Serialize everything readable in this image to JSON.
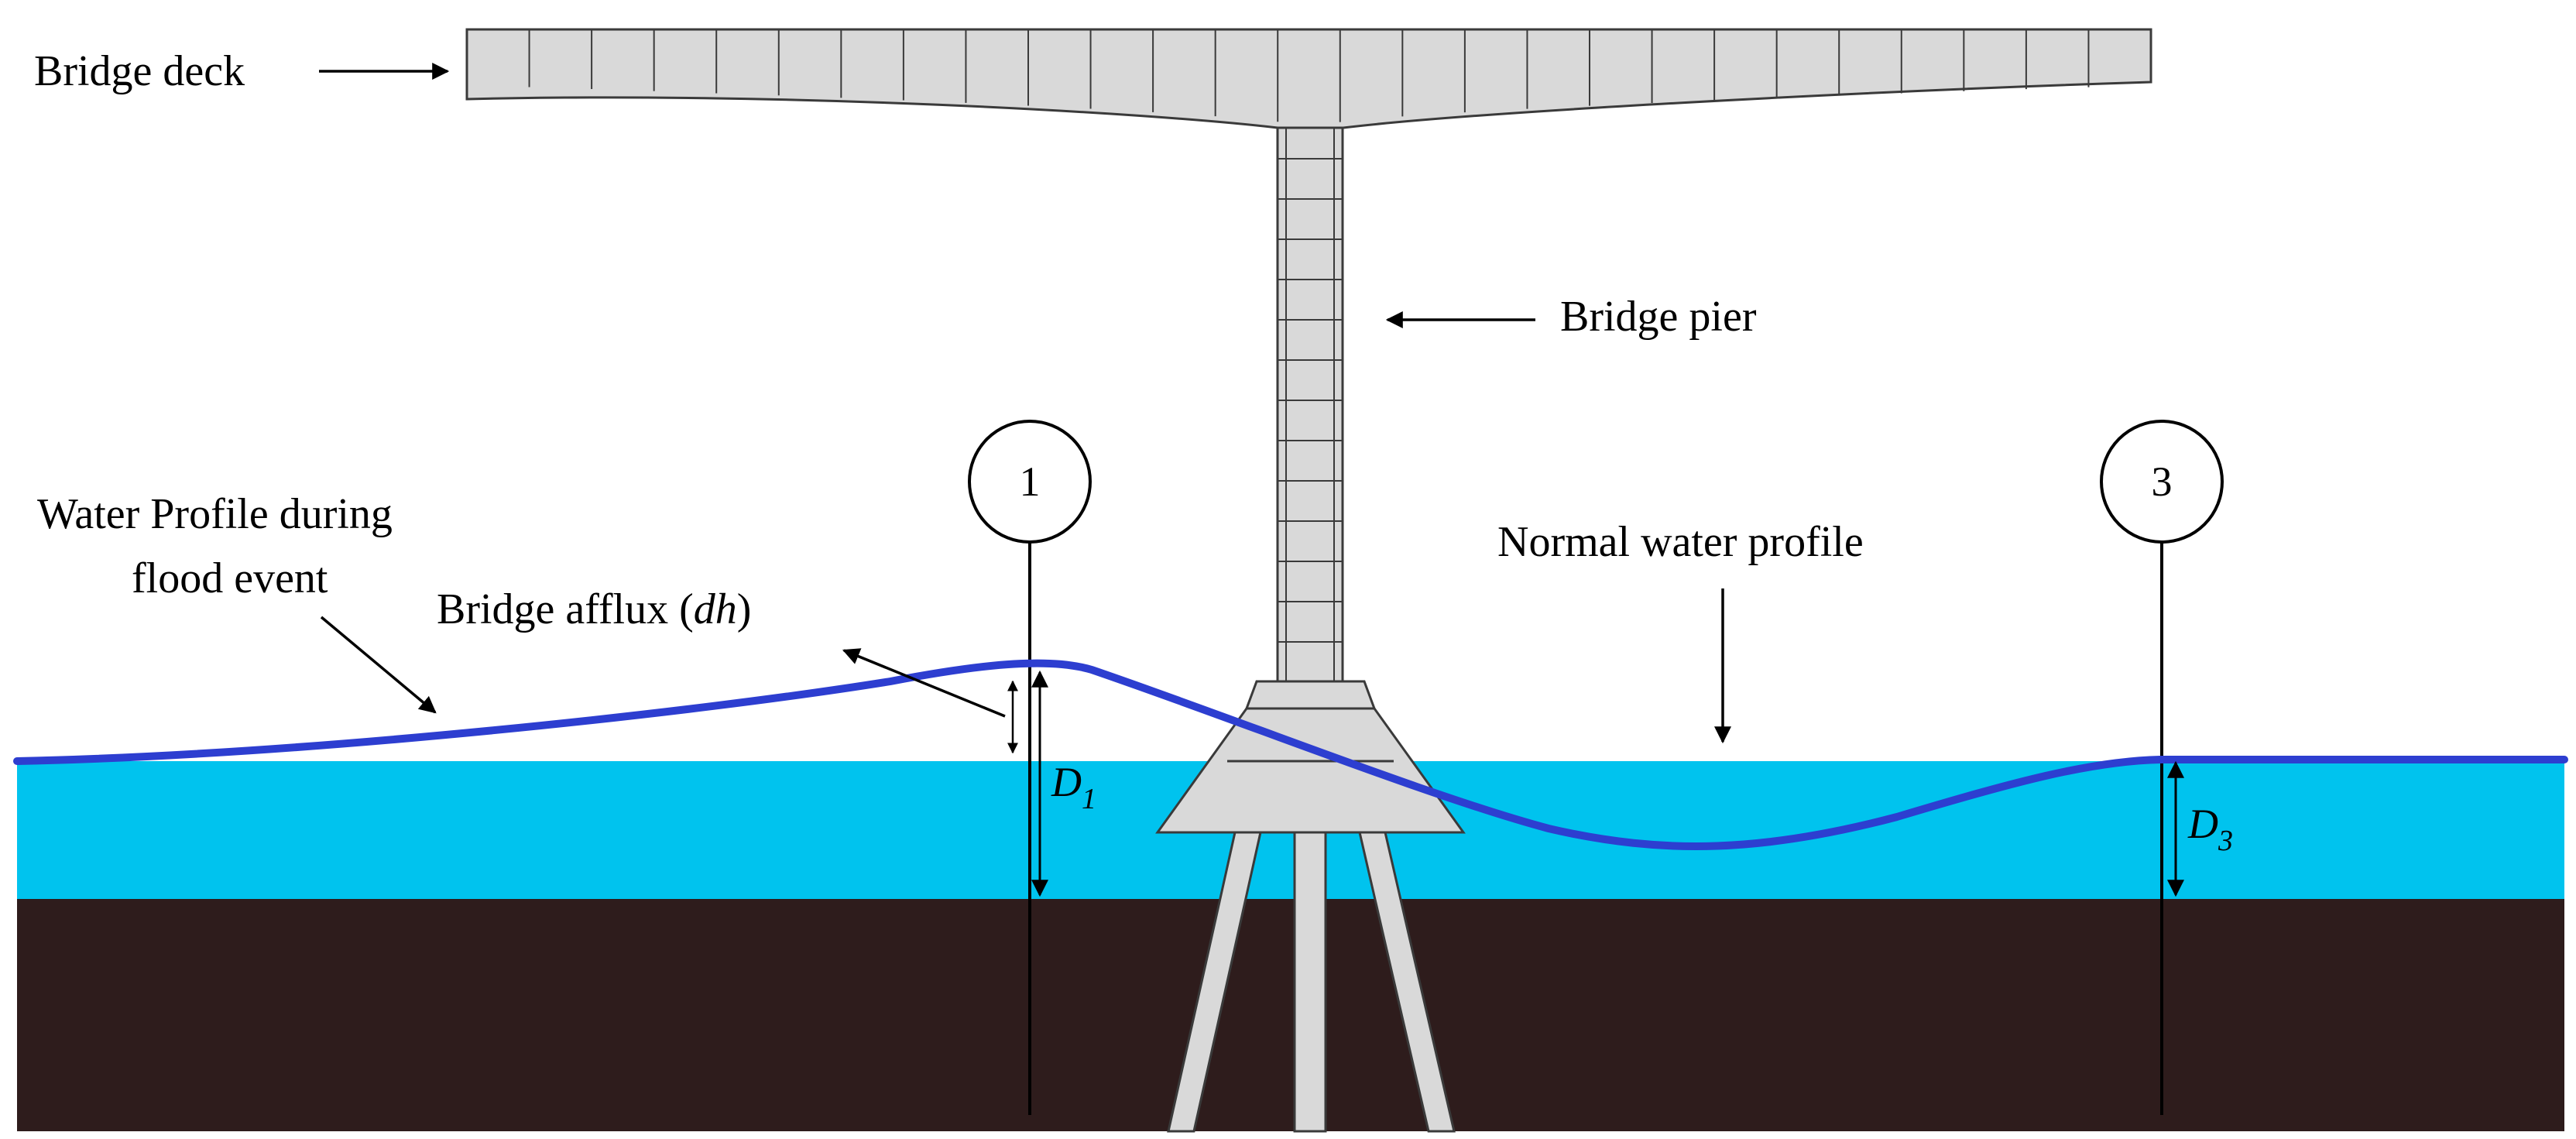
{
  "labels": {
    "bridge_deck": "Bridge deck",
    "bridge_pier": "Bridge pier",
    "water_profile_line1": "Water Profile during",
    "water_profile_line2": "flood event",
    "afflux_prefix": "Bridge afflux (",
    "afflux_symbol": "dh",
    "afflux_suffix": ")",
    "normal_water_profile": "Normal water profile",
    "section_1": "1",
    "section_3": "3",
    "d1_base": "D",
    "d1_sub": "1",
    "d3_base": "D",
    "d3_sub": "3"
  },
  "colors": {
    "water": "#00c3ee",
    "ground": "#2e1c1c",
    "structure": "#d9d9d9",
    "structure_outline": "#3a3a3a",
    "flood_profile": "#2d3ed0",
    "text": "#000000"
  }
}
